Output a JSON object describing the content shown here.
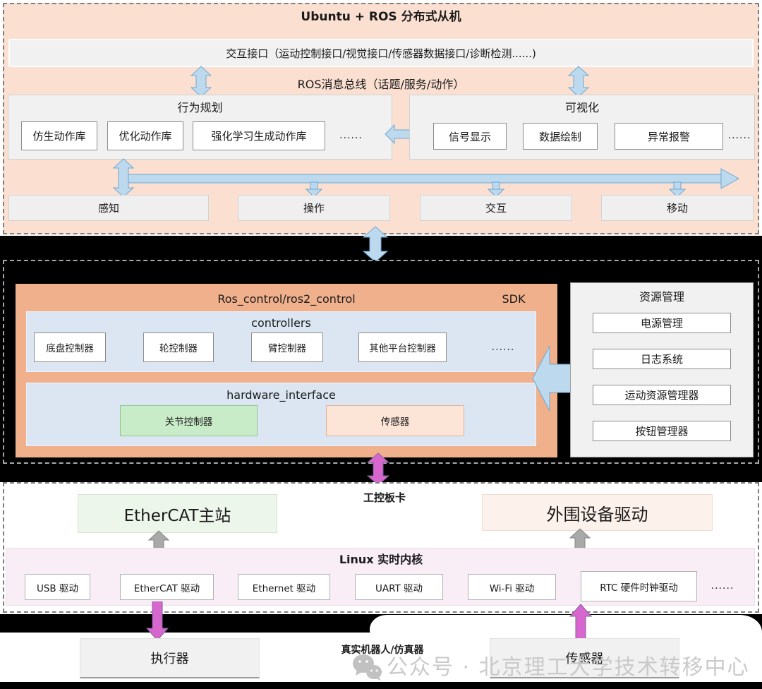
{
  "top_section": {
    "title": "Ubuntu + ROS 分布式从机",
    "interface_bar": "交互接口（运动控制接口/视觉接口/传感器数据接口/诊断检测......)",
    "ros_bus": "ROS消息总线（话题/服务/动作）",
    "behavior": {
      "title": "行为规划",
      "items": [
        "仿生动作库",
        "优化动作库",
        "强化学习生成动作库"
      ],
      "ellipsis": "......"
    },
    "visualization": {
      "title": "可视化",
      "items": [
        "信号显示",
        "数据绘制",
        "异常报警"
      ],
      "ellipsis": "......"
    },
    "capabilities": [
      "感知",
      "操作",
      "交互",
      "移动"
    ]
  },
  "middle_section": {
    "sdk_title": "Ros_control/ros2_control",
    "sdk_label": "SDK",
    "controllers": {
      "title": "controllers",
      "items": [
        "底盘控制器",
        "轮控制器",
        "臂控制器",
        "其他平台控制器"
      ],
      "ellipsis": "......"
    },
    "hardware_interface": {
      "title": "hardware_interface",
      "joint_controller": "关节控制器",
      "sensor": "传感器"
    },
    "resource": {
      "title": "资源管理",
      "items": [
        "电源管理",
        "日志系统",
        "运动资源管理器",
        "按钮管理器"
      ]
    }
  },
  "bottom_section": {
    "board_label": "工控板卡",
    "ethercat_master": "EtherCAT主站",
    "peripheral_driver": "外围设备驱动",
    "linux": {
      "title": "Linux 实时内核",
      "drivers": [
        "USB 驱动",
        "EtherCAT 驱动",
        "Ethernet 驱动",
        "UART 驱动",
        "Wi-Fi 驱动",
        "RTC 硬件时钟驱动"
      ],
      "ellipsis": "......"
    },
    "robot_label": "真实机器人/仿真器",
    "actuator": "执行器",
    "sensor": "传感器"
  },
  "watermark": {
    "text": "公众号 · 北京理工大学技术转移中心"
  },
  "colors": {
    "top_bg": "#fbe0d2",
    "sdk_orange": "#f1b08c",
    "module_blue": "#dce6f2",
    "joint_green": "#c8ecc8",
    "sensor_peach": "#fce4d6",
    "arrow_blue": "#bdd9ee",
    "arrow_magenta": "#d767ce",
    "arrow_gray": "#a9a9a9"
  }
}
